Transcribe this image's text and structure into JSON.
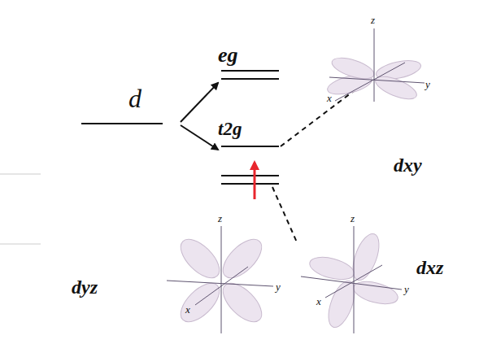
{
  "diagram": {
    "labels": [
      "d",
      "eg",
      "t2g",
      "z",
      "y",
      "x",
      "dxy",
      "z",
      "y",
      "x",
      "dyz",
      "z",
      "y",
      "x",
      "dxz"
    ]
  }
}
